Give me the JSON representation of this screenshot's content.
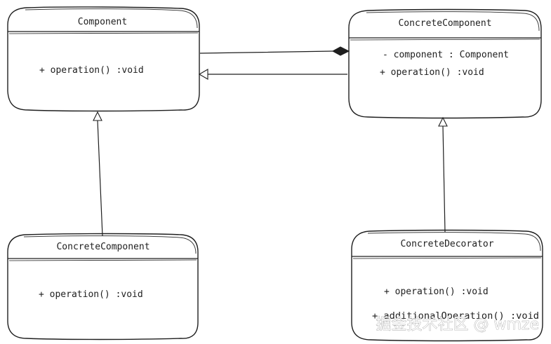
{
  "classes": {
    "component": {
      "title": "Component",
      "members": [
        "+ operation()  :void"
      ]
    },
    "concrete_component_top": {
      "title": "ConcreteComponent",
      "members": [
        "- component  : Component",
        "+ operation()   :void"
      ]
    },
    "concrete_component_bottom": {
      "title": "ConcreteComponent",
      "members": [
        "+ operation()  :void"
      ]
    },
    "concrete_decorator": {
      "title": "ConcreteDecorator",
      "members": [
        "+ operation() :void",
        "+ additionalOperation() :void"
      ]
    }
  },
  "relationships": [
    {
      "type": "composition",
      "from": "concrete_component_top",
      "to": "component"
    },
    {
      "type": "realization",
      "from": "concrete_component_top",
      "to": "component"
    },
    {
      "type": "inheritance",
      "from": "concrete_component_bottom",
      "to": "component"
    },
    {
      "type": "inheritance",
      "from": "concrete_decorator",
      "to": "concrete_component_top"
    }
  ],
  "watermark": "掘金技术社区 @ wmze"
}
